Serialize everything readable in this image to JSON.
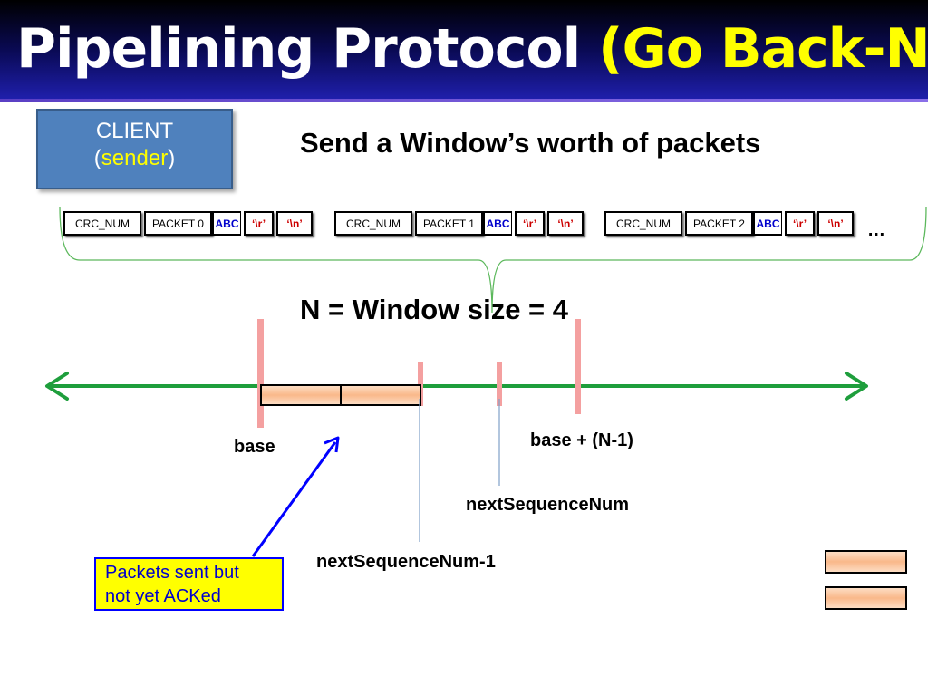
{
  "slide": {
    "title_main": "Pipelining Protocol ",
    "title_highlight": "(Go Back-N)"
  },
  "client": {
    "line1": "CLIENT",
    "paren_open": "(",
    "role": "sender",
    "paren_close": ")"
  },
  "send_heading": "Send a Window’s worth of packets",
  "packets": [
    {
      "crc": "CRC_NUM",
      "name": "PACKET 0",
      "data": "ABC",
      "cr": "‘\\r’",
      "lf": "‘\\n’"
    },
    {
      "crc": "CRC_NUM",
      "name": "PACKET 1",
      "data": "ABC",
      "cr": "‘\\r’",
      "lf": "‘\\n’"
    },
    {
      "crc": "CRC_NUM",
      "name": "PACKET 2",
      "data": "ABC",
      "cr": "‘\\r’",
      "lf": "‘\\n’"
    }
  ],
  "ellipsis": "…",
  "window_heading": "N = Window size = 4",
  "labels": {
    "base": "base",
    "base_n1": "base + (N-1)",
    "next_seq": "nextSequenceNum",
    "next_seq_minus1": "nextSequenceNum-1"
  },
  "note": {
    "line1": "Packets sent but",
    "line2": "not yet ACKed"
  },
  "colors": {
    "timeline": "#1e9e3c",
    "packet_fill": "#fbbf8f",
    "marker": "#f4a0a0",
    "arrow": "#0000ff"
  }
}
